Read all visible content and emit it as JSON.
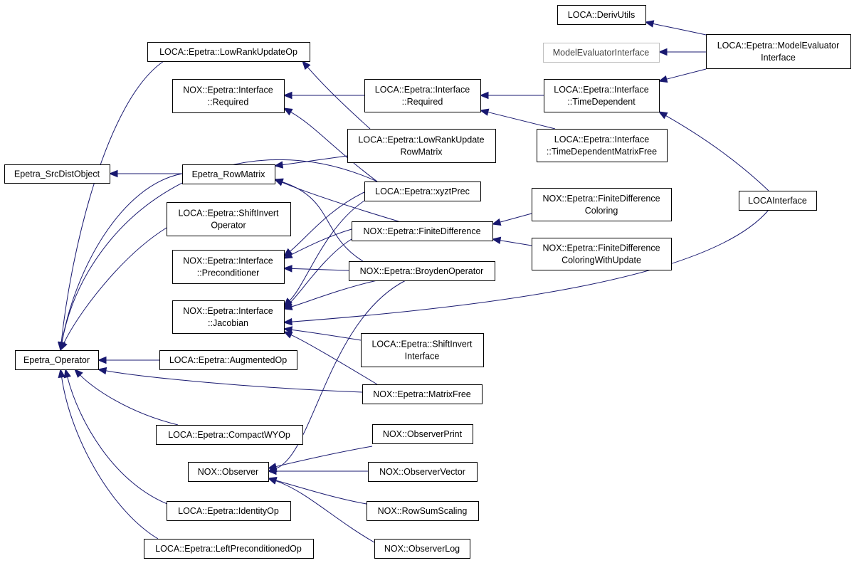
{
  "nodes": [
    {
      "id": "loca_deriv_utils",
      "label": [
        "LOCA::DerivUtils"
      ]
    },
    {
      "id": "model_evaluator_interface",
      "label": [
        "ModelEvaluatorInterface"
      ]
    },
    {
      "id": "loca_epetra_model_evaluator_interface",
      "label": [
        "LOCA::Epetra::ModelEvaluator",
        "Interface"
      ]
    },
    {
      "id": "loca_epetra_low_rank_update_op",
      "label": [
        "LOCA::Epetra::LowRankUpdateOp"
      ]
    },
    {
      "id": "nox_epetra_interface_required",
      "label": [
        "NOX::Epetra::Interface",
        "::Required"
      ]
    },
    {
      "id": "loca_epetra_interface_required",
      "label": [
        "LOCA::Epetra::Interface",
        "::Required"
      ]
    },
    {
      "id": "loca_epetra_interface_time_dependent",
      "label": [
        "LOCA::Epetra::Interface",
        "::TimeDependent"
      ]
    },
    {
      "id": "loca_epetra_low_rank_update_row_matrix",
      "label": [
        "LOCA::Epetra::LowRankUpdate",
        "RowMatrix"
      ]
    },
    {
      "id": "loca_epetra_interface_time_dependent_matrix_free",
      "label": [
        "LOCA::Epetra::Interface",
        "::TimeDependentMatrixFree"
      ]
    },
    {
      "id": "epetra_src_dist_object",
      "label": [
        "Epetra_SrcDistObject"
      ]
    },
    {
      "id": "epetra_row_matrix",
      "label": [
        "Epetra_RowMatrix"
      ]
    },
    {
      "id": "loca_epetra_xyzt_prec",
      "label": [
        "LOCA::Epetra::xyztPrec"
      ]
    },
    {
      "id": "loca_interface",
      "label": [
        "LOCAInterface"
      ]
    },
    {
      "id": "loca_epetra_shift_invert_operator",
      "label": [
        "LOCA::Epetra::ShiftInvert",
        "Operator"
      ]
    },
    {
      "id": "nox_epetra_finite_difference_coloring",
      "label": [
        "NOX::Epetra::FiniteDifference",
        "Coloring"
      ]
    },
    {
      "id": "nox_epetra_finite_difference",
      "label": [
        "NOX::Epetra::FiniteDifference"
      ]
    },
    {
      "id": "nox_epetra_interface_preconditioner",
      "label": [
        "NOX::Epetra::Interface",
        "::Preconditioner"
      ]
    },
    {
      "id": "nox_epetra_finite_difference_coloring_with_update",
      "label": [
        "NOX::Epetra::FiniteDifference",
        "ColoringWithUpdate"
      ]
    },
    {
      "id": "nox_epetra_broyden_operator",
      "label": [
        "NOX::Epetra::BroydenOperator"
      ]
    },
    {
      "id": "nox_epetra_interface_jacobian",
      "label": [
        "NOX::Epetra::Interface",
        "::Jacobian"
      ]
    },
    {
      "id": "loca_epetra_shift_invert_interface",
      "label": [
        "LOCA::Epetra::ShiftInvert",
        "Interface"
      ]
    },
    {
      "id": "epetra_operator",
      "label": [
        "Epetra_Operator"
      ]
    },
    {
      "id": "loca_epetra_augmented_op",
      "label": [
        "LOCA::Epetra::AugmentedOp"
      ]
    },
    {
      "id": "nox_epetra_matrix_free",
      "label": [
        "NOX::Epetra::MatrixFree"
      ]
    },
    {
      "id": "loca_epetra_compact_wy_op",
      "label": [
        "LOCA::Epetra::CompactWYOp"
      ]
    },
    {
      "id": "nox_observer_print",
      "label": [
        "NOX::ObserverPrint"
      ]
    },
    {
      "id": "nox_observer",
      "label": [
        "NOX::Observer"
      ]
    },
    {
      "id": "nox_observer_vector",
      "label": [
        "NOX::ObserverVector"
      ]
    },
    {
      "id": "loca_epetra_identity_op",
      "label": [
        "LOCA::Epetra::IdentityOp"
      ]
    },
    {
      "id": "nox_row_sum_scaling",
      "label": [
        "NOX::RowSumScaling"
      ]
    },
    {
      "id": "loca_epetra_left_preconditioned_op",
      "label": [
        "LOCA::Epetra::LeftPreconditionedOp"
      ]
    },
    {
      "id": "nox_observer_log",
      "label": [
        "NOX::ObserverLog"
      ]
    }
  ],
  "edges": [
    {
      "from": "loca_epetra_model_evaluator_interface",
      "to": "loca_deriv_utils"
    },
    {
      "from": "loca_epetra_model_evaluator_interface",
      "to": "model_evaluator_interface"
    },
    {
      "from": "loca_epetra_model_evaluator_interface",
      "to": "loca_epetra_interface_time_dependent"
    },
    {
      "from": "loca_epetra_interface_required",
      "to": "nox_epetra_interface_required"
    },
    {
      "from": "loca_epetra_interface_time_dependent",
      "to": "loca_epetra_interface_required"
    },
    {
      "from": "loca_epetra_interface_time_dependent_matrix_free",
      "to": "loca_epetra_interface_required"
    },
    {
      "from": "loca_interface",
      "to": "loca_epetra_interface_time_dependent"
    },
    {
      "from": "loca_interface",
      "to": "nox_epetra_interface_jacobian"
    },
    {
      "from": "loca_epetra_low_rank_update_row_matrix",
      "to": "loca_epetra_low_rank_update_op"
    },
    {
      "from": "loca_epetra_low_rank_update_row_matrix",
      "to": "epetra_row_matrix"
    },
    {
      "from": "loca_epetra_xyzt_prec",
      "to": "nox_epetra_interface_required"
    },
    {
      "from": "loca_epetra_xyzt_prec",
      "to": "nox_epetra_interface_preconditioner"
    },
    {
      "from": "loca_epetra_xyzt_prec",
      "to": "nox_epetra_interface_jacobian"
    },
    {
      "from": "loca_epetra_xyzt_prec",
      "to": "epetra_operator"
    },
    {
      "from": "epetra_row_matrix",
      "to": "epetra_src_dist_object"
    },
    {
      "from": "epetra_row_matrix",
      "to": "epetra_operator"
    },
    {
      "from": "nox_epetra_finite_difference",
      "to": "epetra_row_matrix"
    },
    {
      "from": "nox_epetra_finite_difference",
      "to": "nox_epetra_interface_preconditioner"
    },
    {
      "from": "nox_epetra_finite_difference",
      "to": "nox_epetra_interface_jacobian"
    },
    {
      "from": "nox_epetra_finite_difference_coloring",
      "to": "nox_epetra_finite_difference"
    },
    {
      "from": "nox_epetra_finite_difference_coloring_with_update",
      "to": "nox_epetra_finite_difference"
    },
    {
      "from": "nox_epetra_broyden_operator",
      "to": "epetra_row_matrix"
    },
    {
      "from": "nox_epetra_broyden_operator",
      "to": "nox_epetra_interface_preconditioner"
    },
    {
      "from": "nox_epetra_broyden_operator",
      "to": "nox_epetra_interface_jacobian"
    },
    {
      "from": "nox_epetra_broyden_operator",
      "to": "nox_observer"
    },
    {
      "from": "loca_epetra_shift_invert_interface",
      "to": "nox_epetra_interface_jacobian"
    },
    {
      "from": "nox_epetra_matrix_free",
      "to": "nox_epetra_interface_jacobian"
    },
    {
      "from": "nox_epetra_matrix_free",
      "to": "epetra_operator"
    },
    {
      "from": "loca_epetra_low_rank_update_op",
      "to": "epetra_operator"
    },
    {
      "from": "loca_epetra_shift_invert_operator",
      "to": "epetra_operator"
    },
    {
      "from": "loca_epetra_augmented_op",
      "to": "epetra_operator"
    },
    {
      "from": "loca_epetra_compact_wy_op",
      "to": "epetra_operator"
    },
    {
      "from": "loca_epetra_identity_op",
      "to": "epetra_operator"
    },
    {
      "from": "loca_epetra_left_preconditioned_op",
      "to": "epetra_operator"
    },
    {
      "from": "nox_observer_print",
      "to": "nox_observer"
    },
    {
      "from": "nox_observer_vector",
      "to": "nox_observer"
    },
    {
      "from": "nox_row_sum_scaling",
      "to": "nox_observer"
    },
    {
      "from": "nox_observer_log",
      "to": "nox_observer"
    }
  ],
  "colors": {
    "edge": "#191970",
    "node_border": "#000000",
    "node_border_muted": "#bfbfbf"
  }
}
